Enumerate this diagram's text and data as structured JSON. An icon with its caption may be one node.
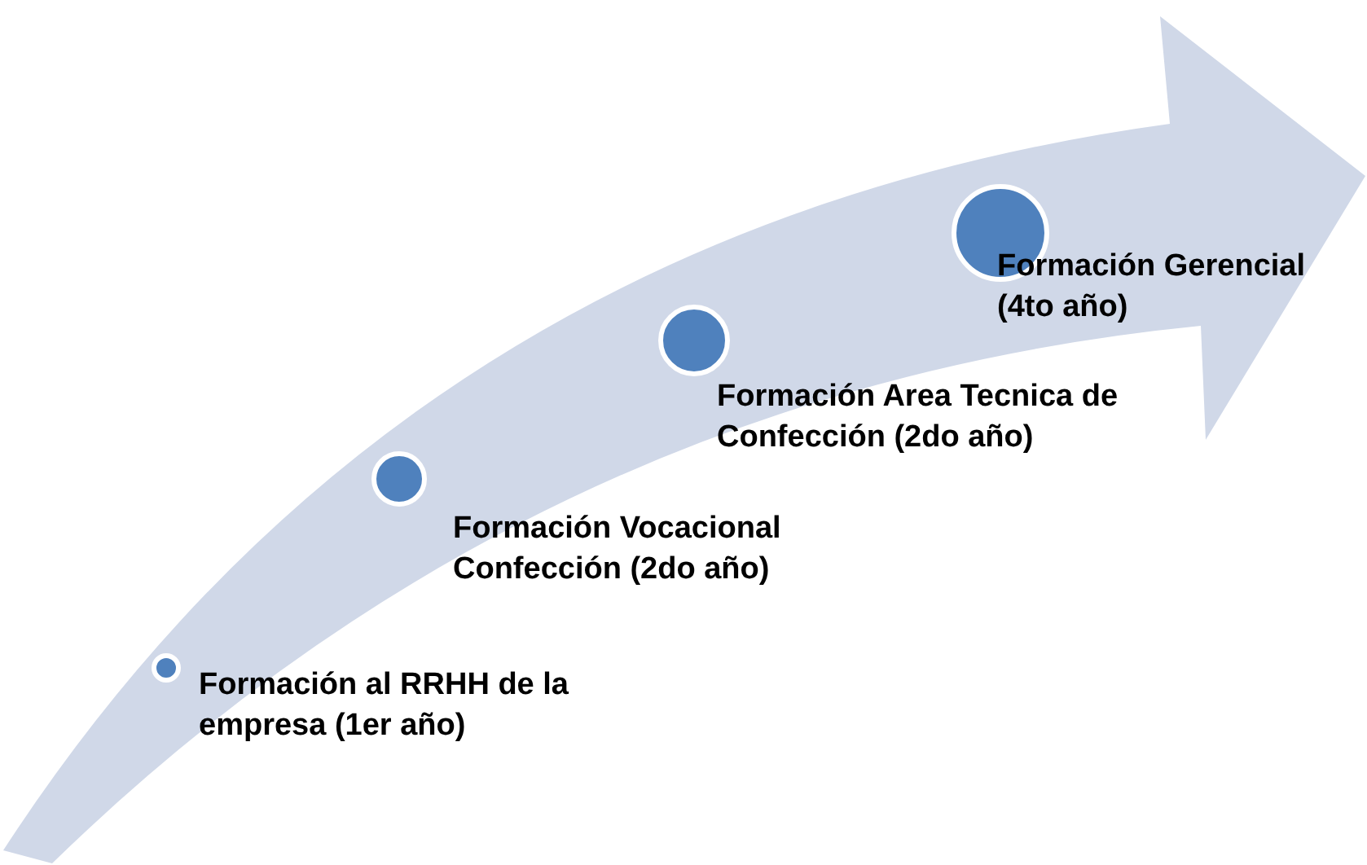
{
  "diagram": {
    "nodes": [
      {
        "text": [],
        "shape": "circle",
        "beside": [
          "Formación al RRHH de la empresa (1er año)"
        ]
      },
      {
        "text": [],
        "shape": "circle",
        "beside": [
          "Formación Vocacional Confección (2do año)"
        ]
      },
      {
        "text": [],
        "shape": "circle",
        "beside": [
          "Formación Area Tecnica de Confección (2do año)"
        ]
      },
      {
        "text": [],
        "shape": "circle",
        "beside": [
          "Formación Gerencial (4to año)"
        ]
      }
    ]
  }
}
